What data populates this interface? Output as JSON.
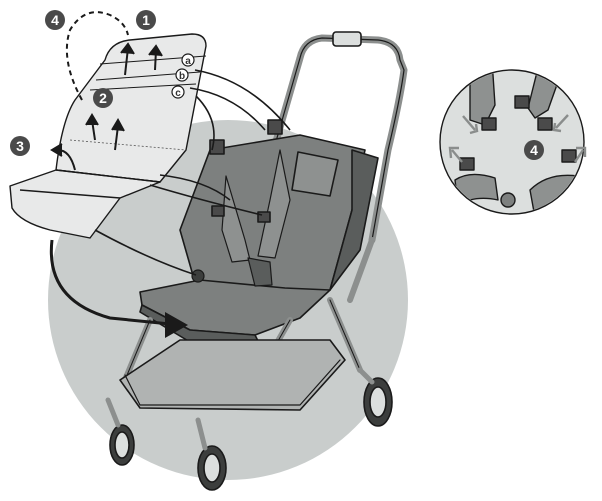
{
  "steps": [
    {
      "num": "1",
      "label_id": "step-1"
    },
    {
      "num": "2",
      "label_id": "step-2"
    },
    {
      "num": "3",
      "label_id": "step-3"
    },
    {
      "num": "4",
      "label_id": "step-4"
    }
  ],
  "inset_step": "4",
  "strap_letters": [
    "a",
    "b",
    "c"
  ],
  "colors": {
    "background_circle": "#c9cdcc",
    "seat_fabric": "#7d807f",
    "seat_dark": "#5a5d5c",
    "frame": "#8c8f8e",
    "outline": "#1a1a1a",
    "pad": "#e8e9e9",
    "badge": "#4a4a4a",
    "inset_circle": "#dcdfde",
    "arrow_gray": "#8a8d8c"
  }
}
